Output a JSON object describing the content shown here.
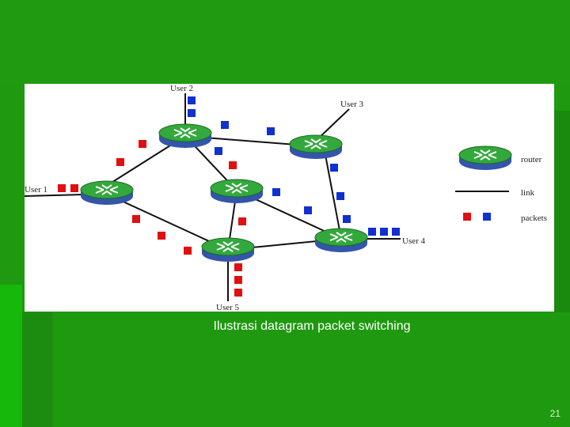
{
  "diagram": {
    "labels": {
      "user1": "User 1",
      "user2": "User 2",
      "user3": "User 3",
      "user4": "User 4",
      "user5": "User 5"
    },
    "legend": {
      "router": "router",
      "link": "link",
      "packets": "packets"
    },
    "colors": {
      "router_top": "#2fa83a",
      "router_body": "#3355aa",
      "packet_red": "#e01010",
      "packet_blue": "#1030d0",
      "link": "#111111"
    }
  },
  "caption": "Ilustrasi datagram packet switching",
  "slide_number": "21"
}
